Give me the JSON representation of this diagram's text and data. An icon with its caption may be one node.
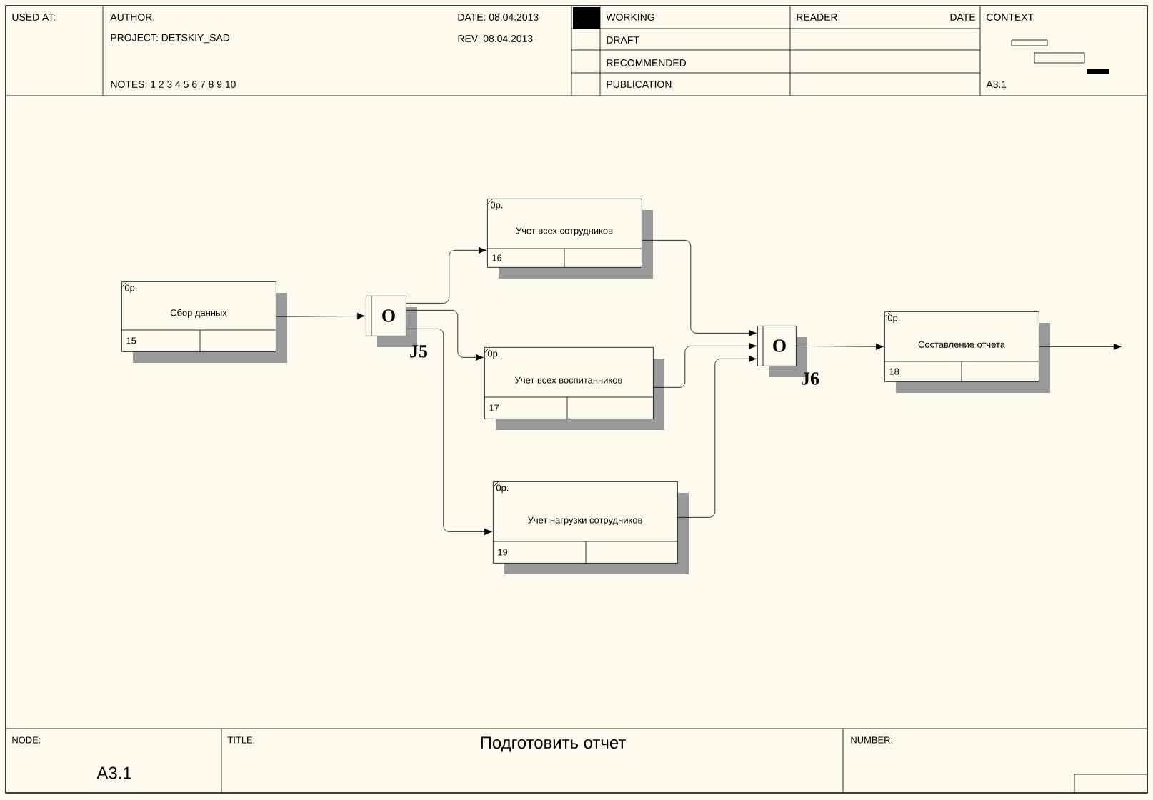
{
  "diagram": {
    "title": "Подготовить отчет",
    "nodes": [
      {
        "text": [
          "0р.",
          "Сбор данных",
          "15"
        ]
      },
      {
        "text": [
          "O"
        ],
        "beside": [
          "J5"
        ]
      },
      {
        "text": [
          "0р.",
          "Учет всех сотрудников",
          "16"
        ]
      },
      {
        "text": [
          "0р.",
          "Учет всех воспитанников",
          "17"
        ]
      },
      {
        "text": [
          "0р.",
          "Учет нагрузки сотрудников",
          "19"
        ]
      },
      {
        "text": [
          "O"
        ],
        "beside": [
          "J6"
        ]
      },
      {
        "text": [
          "0р.",
          "Составление отчета",
          "18"
        ]
      }
    ],
    "edges": [
      {
        "from": 0,
        "to": 1,
        "arrow": "to"
      },
      {
        "from": 1,
        "to": 2,
        "arrow": "to"
      },
      {
        "from": 1,
        "to": 3,
        "arrow": "to"
      },
      {
        "from": 1,
        "to": 4,
        "arrow": "to"
      },
      {
        "from": 2,
        "to": 5,
        "arrow": "to"
      },
      {
        "from": 3,
        "to": 5,
        "arrow": "to"
      },
      {
        "from": 4,
        "to": 5,
        "arrow": "to"
      },
      {
        "from": 5,
        "to": 6,
        "arrow": "to"
      },
      {
        "from": 6,
        "to": null,
        "arrow": "to"
      }
    ],
    "labels": [
      "USED AT:",
      "AUTHOR:",
      "DATE: 08.04.2013",
      "WORKING",
      "READER",
      "DATE",
      "CONTEXT:",
      "PROJECT: DETSKIY_SAD",
      "REV: 08.04.2013",
      "DRAFT",
      "RECOMMENDED",
      "NOTES: 1 2 3 4 5 6 7 8 9 10",
      "PUBLICATION",
      "A3.1",
      "NODE:",
      "TITLE:",
      "NUMBER:",
      "A3.1"
    ]
  }
}
